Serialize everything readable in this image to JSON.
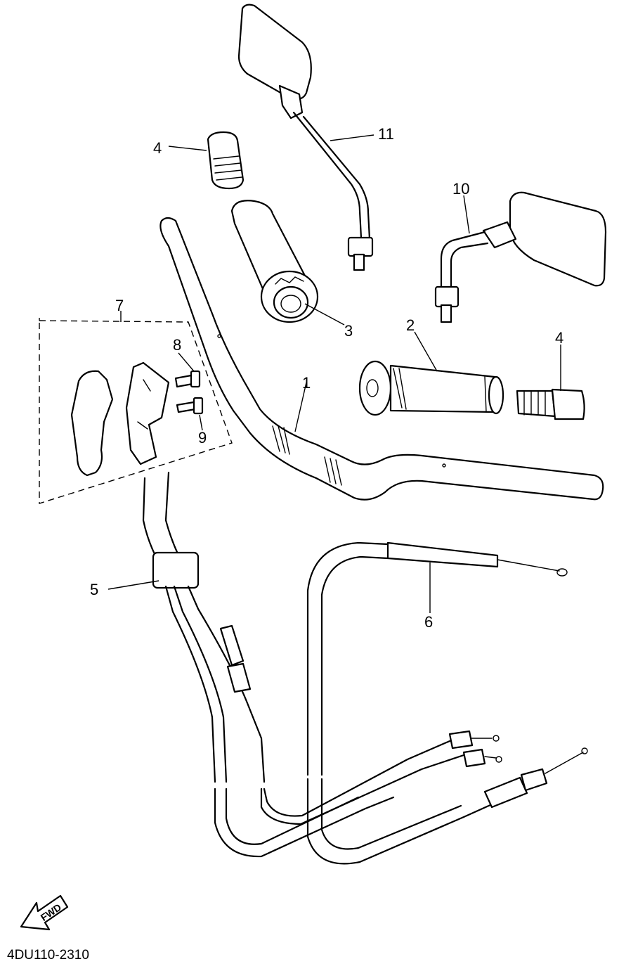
{
  "callouts": {
    "p1": "1",
    "p2": "2",
    "p3": "3",
    "p4a": "4",
    "p4b": "4",
    "p5": "5",
    "p6": "6",
    "p7": "7",
    "p8": "8",
    "p9": "9",
    "p10": "10",
    "p11": "11"
  },
  "direction_label": "FWD",
  "diagram_code": "4DU110-2310",
  "colors": {
    "ink": "#000000",
    "paper": "#ffffff"
  }
}
